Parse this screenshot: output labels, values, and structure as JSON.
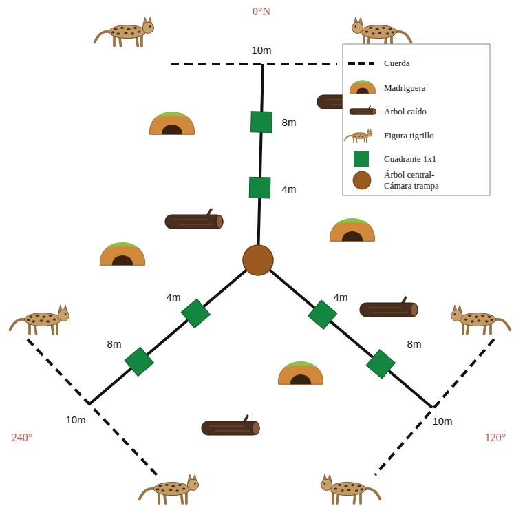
{
  "diagram": {
    "labels": [
      "0°N",
      "10m",
      "8m",
      "4m",
      "4m",
      "4m",
      "8m",
      "8m",
      "10m",
      "10m",
      "240°",
      "120°"
    ],
    "legend": [
      {
        "text": "Cuerda"
      },
      {
        "text": "Madriguera"
      },
      {
        "text": "Árbol caído"
      },
      {
        "text": "Figura tigrillo"
      },
      {
        "text": "Cuadrante 1x1",
        "color": "#13873f"
      },
      {
        "text": "Árbol central- Cámara trampa"
      }
    ]
  }
}
